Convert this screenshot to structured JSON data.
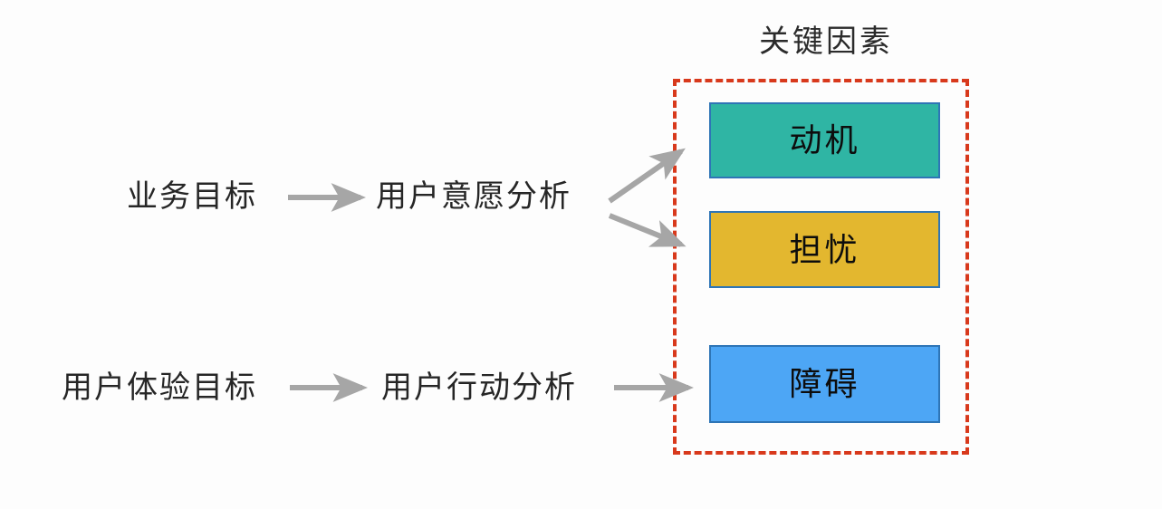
{
  "diagram": {
    "background_color": "#fdfdfd",
    "title": "关键因素",
    "flow_rows": [
      {
        "goal_label": "业务目标",
        "analysis_label": "用户意愿分析"
      },
      {
        "goal_label": "用户体验目标",
        "analysis_label": "用户行动分析"
      }
    ],
    "key_factors": [
      {
        "label": "动机",
        "color": "#2fb5a4",
        "border_color": "#2e75b6"
      },
      {
        "label": "担忧",
        "color": "#e3b72f",
        "border_color": "#2e75b6"
      },
      {
        "label": "障碍",
        "color": "#4da6f5",
        "border_color": "#2e75b6"
      }
    ],
    "region": {
      "border_color": "#d8391c",
      "border_style": "dashed"
    },
    "arrows": {
      "color": "#a6a6a6",
      "connections": [
        {
          "from": "业务目标",
          "to": "用户意愿分析",
          "kind": "straight"
        },
        {
          "from": "用户意愿分析",
          "to": "动机",
          "kind": "diagonal-up"
        },
        {
          "from": "用户意愿分析",
          "to": "担忧",
          "kind": "diagonal-down"
        },
        {
          "from": "用户体验目标",
          "to": "用户行动分析",
          "kind": "straight"
        },
        {
          "from": "用户行动分析",
          "to": "障碍",
          "kind": "straight"
        }
      ]
    }
  }
}
